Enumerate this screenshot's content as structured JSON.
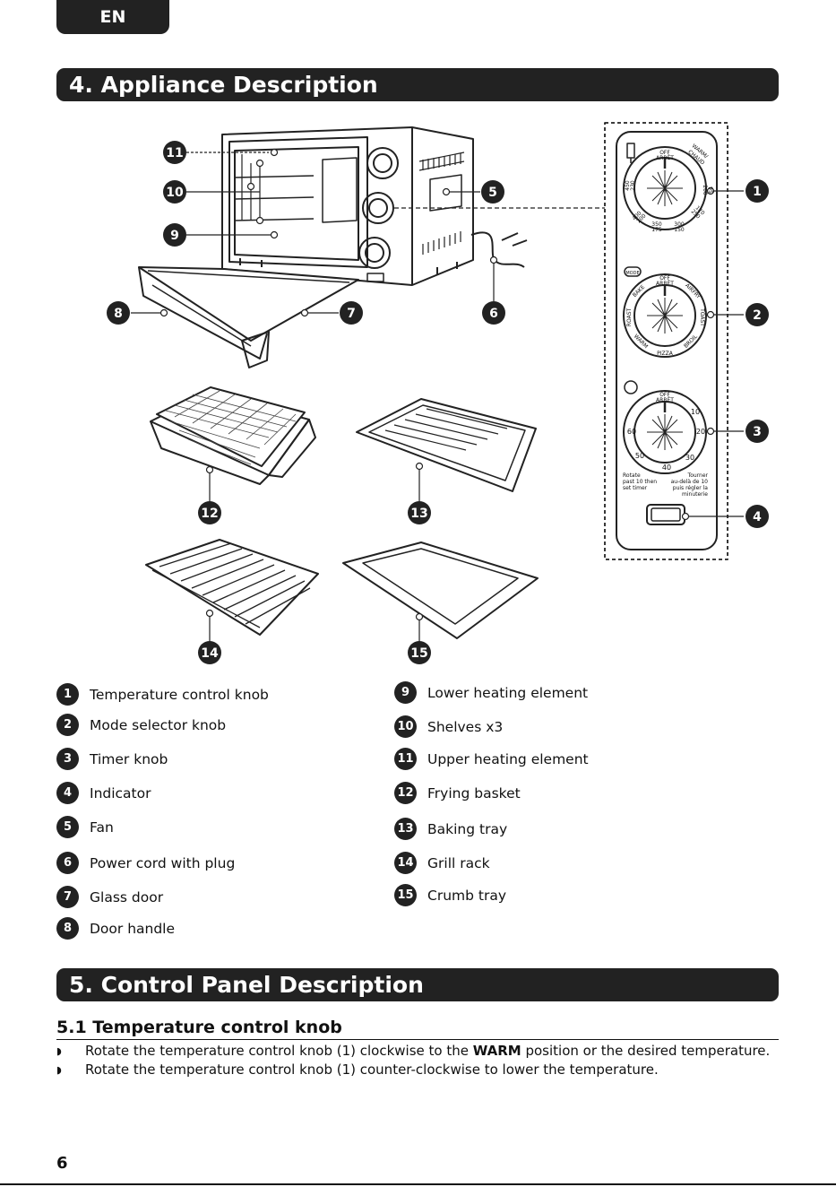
{
  "lang_tab": "EN",
  "section4_title": "4. Appliance Description",
  "section5_title": "5. Control Panel Description",
  "callout_numbers": [
    "1",
    "2",
    "3",
    "4",
    "5",
    "6",
    "7",
    "8",
    "9",
    "10",
    "11",
    "12",
    "13",
    "14",
    "15"
  ],
  "panel": {
    "dial1_labels": [
      "OFF",
      "ARRÊT",
      "WARM/",
      "CHAUD",
      "450",
      "230",
      "400",
      "200",
      "350",
      "175",
      "300",
      "150",
      "250",
      "120",
      "200",
      "95"
    ],
    "mode_button": "MODE",
    "dial2_labels": [
      "OFF",
      "ARRÊT",
      "BAKE",
      "AIRFRY",
      "ROAST",
      "TOAST",
      "WARM",
      "BROIL",
      "PIZZA"
    ],
    "dial3_labels": [
      "OFF",
      "ARRÊT",
      "10",
      "20",
      "30",
      "40",
      "50",
      "60"
    ],
    "timer_note_en": [
      "Rotate",
      "past 10 then",
      "set timer"
    ],
    "timer_note_fr": [
      "Tourner",
      "au-delà de 10",
      "puis régler la",
      "minuterie"
    ]
  },
  "legend_items": [
    {
      "num": "1",
      "text": "Temperature control knob"
    },
    {
      "num": "2",
      "text": "Mode selector knob"
    },
    {
      "num": "3",
      "text": "Timer knob"
    },
    {
      "num": "4",
      "text": "Indicator"
    },
    {
      "num": "5",
      "text": "Fan"
    },
    {
      "num": "6",
      "text": "Power cord with plug"
    },
    {
      "num": "7",
      "text": "Glass door"
    },
    {
      "num": "8",
      "text": "Door handle"
    },
    {
      "num": "9",
      "text": "Lower heating element"
    },
    {
      "num": "10",
      "text": "Shelves x3"
    },
    {
      "num": "11",
      "text": "Upper heating element"
    },
    {
      "num": "12",
      "text": "Frying basket"
    },
    {
      "num": "13",
      "text": "Baking tray"
    },
    {
      "num": "14",
      "text": "Grill rack"
    },
    {
      "num": "15",
      "text": "Crumb tray"
    }
  ],
  "subsection_title": "5.1 Temperature control knob",
  "bullets": [
    {
      "before": "Rotate the temperature control knob (1) clockwise to the ",
      "bold": "WARM",
      "after": " position or the desired temperature."
    },
    {
      "before": "Rotate the temperature control knob (1) counter-clockwise to lower the temperature.",
      "bold": "",
      "after": ""
    }
  ],
  "page_number": "6"
}
